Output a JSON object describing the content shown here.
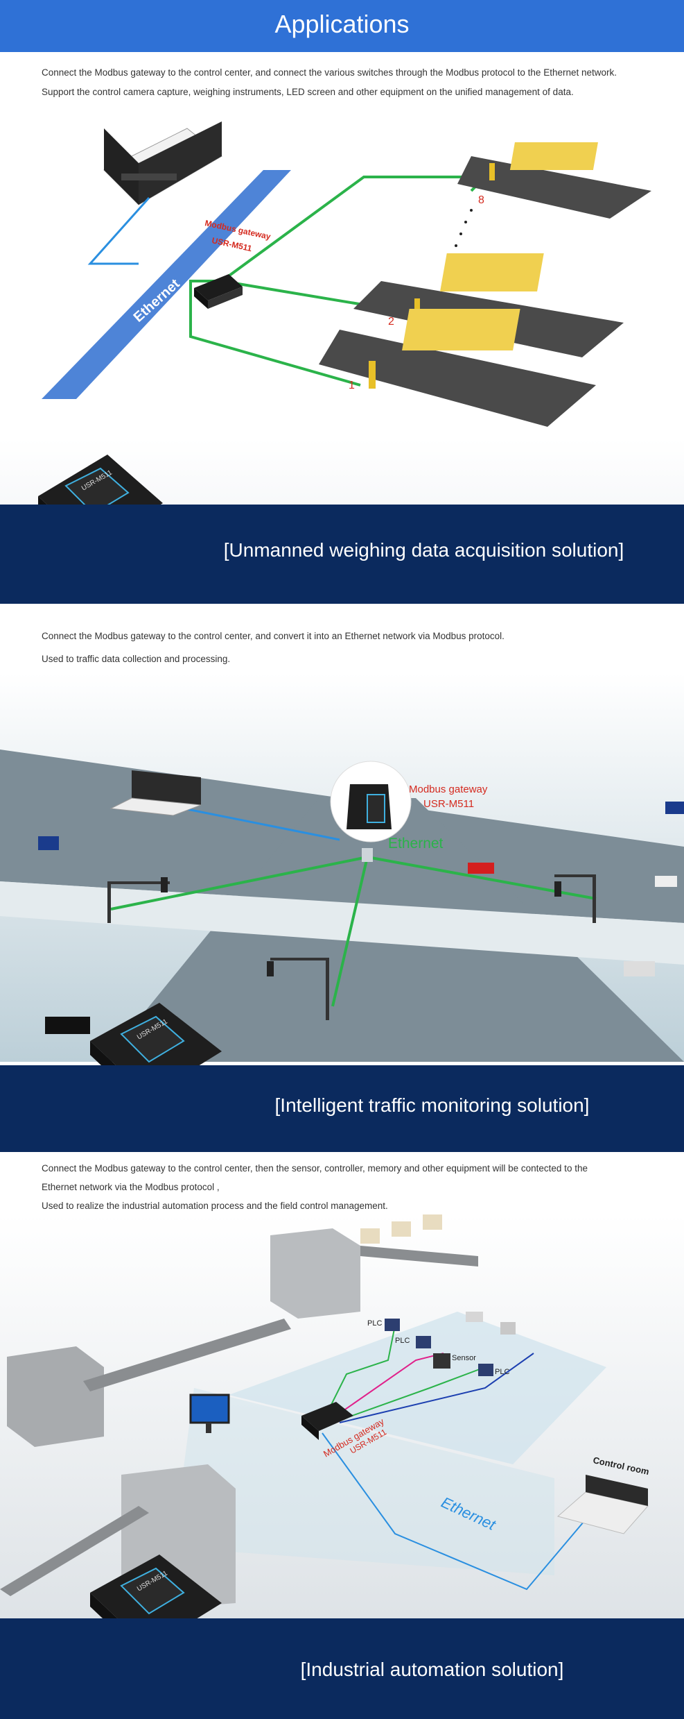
{
  "header": {
    "title": "Applications"
  },
  "section1": {
    "desc_lines": [
      "Connect the Modbus gateway to the control center,  and connect the various switches through the Modbus protocol to the Ethernet network.",
      "Support the control camera capture, weighing instruments, LED screen and other equipment on the unified management of data."
    ],
    "gateway_label": "Modbus gateway",
    "model_label": "USR-M511",
    "ethernet_label": "Ethernet",
    "scale_numbers": [
      "8",
      "2",
      "1"
    ],
    "banner_title": "[Unmanned weighing data acquisition solution]"
  },
  "section2": {
    "desc_lines": [
      "Connect the Modbus gateway to the control center, and convert it into an Ethernet network via Modbus protocol.",
      "Used to traffic data collection and processing."
    ],
    "gateway_label": "Modbus gateway",
    "model_label": "USR-M511",
    "ethernet_label": "Ethernet",
    "banner_title": "[Intelligent traffic monitoring solution]"
  },
  "section3": {
    "desc_lines": [
      "Connect the Modbus gateway to the control center, then the sensor, controller, memory and other equipment will be contected to the",
      " Ethernet network via the Modbus protocol ,",
      "Used to realize the industrial automation process and the field control management."
    ],
    "gateway_label": "Modbus gateway",
    "model_label": "USR-M511",
    "ethernet_label": "Ethernet",
    "control_room_label": "Control room",
    "plc_labels": [
      "PLC",
      "PLC",
      "PLC"
    ],
    "sensor_label": "Sensor",
    "banner_title": "[Industrial automation solution]"
  },
  "device": {
    "model_text": "USR-M511"
  },
  "colors": {
    "header_blue": "#2f71d6",
    "banner_navy": "#0b2a5e",
    "ethernet_green": "#2bb34a",
    "ethernet_blue": "#2a8fe0",
    "label_red": "#d42a1f"
  }
}
